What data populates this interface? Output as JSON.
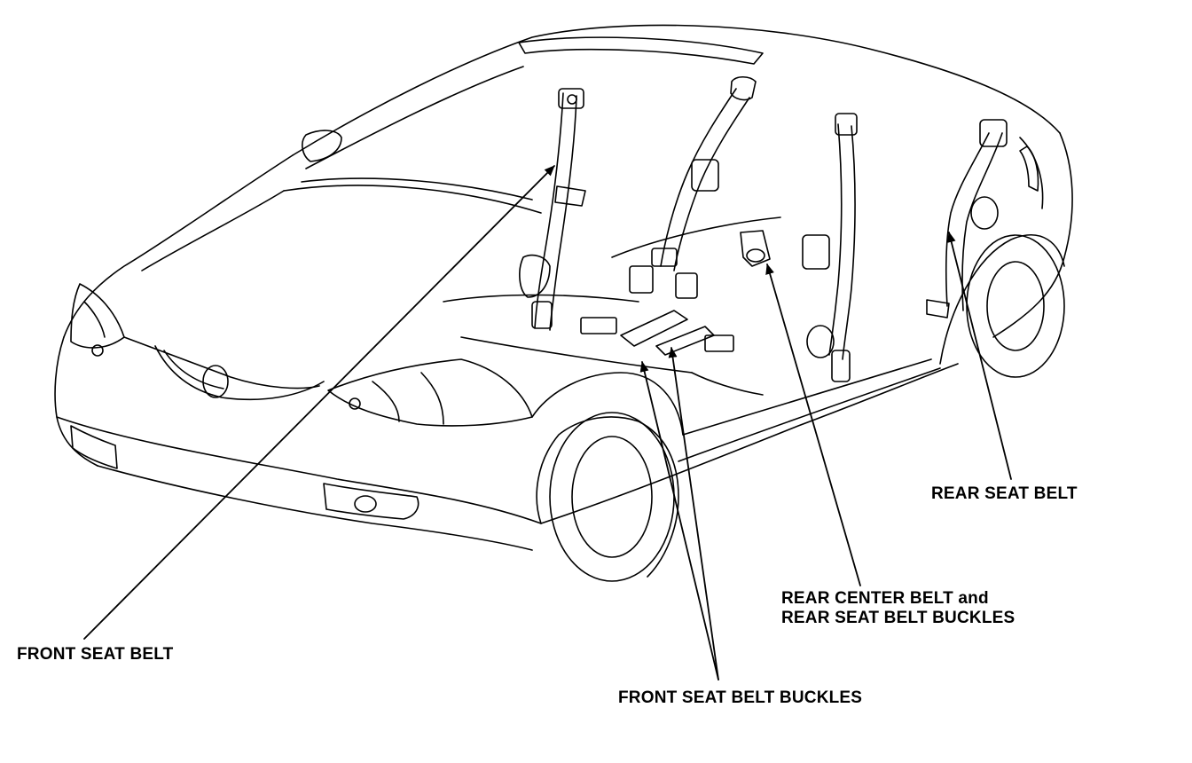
{
  "labels": {
    "rear_seat_belt": "REAR SEAT BELT",
    "rear_center_line1": "REAR CENTER BELT and",
    "rear_center_line2": "REAR SEAT BELT BUCKLES",
    "front_seat_belt": "FRONT SEAT BELT",
    "front_seat_belt_buckles": "FRONT SEAT BELT BUCKLES"
  },
  "colors": {
    "line": "#000000",
    "background": "#ffffff"
  }
}
